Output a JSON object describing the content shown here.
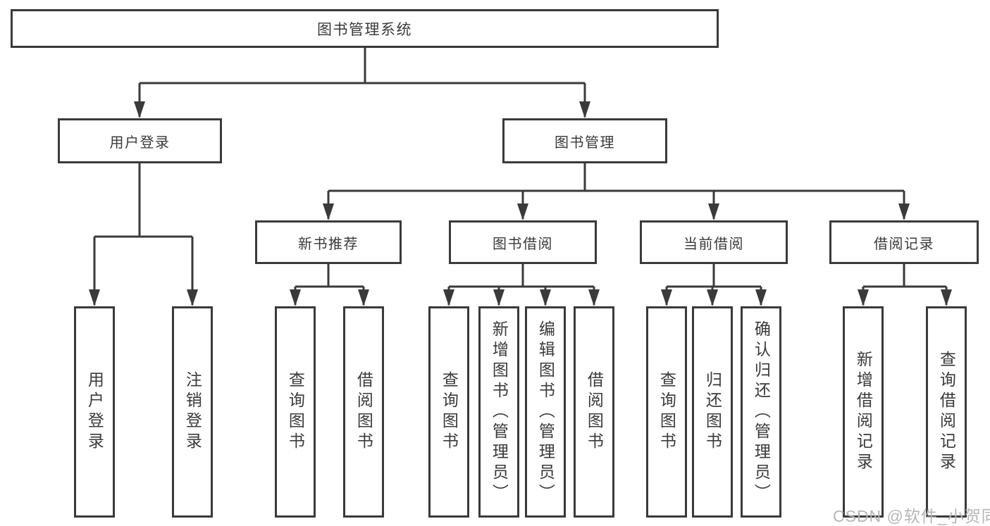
{
  "diagram": {
    "colors": {
      "line": "#3a3a3a",
      "text": "#3a3a3a",
      "background": "#ffffff",
      "watermark": "#b6b6b6"
    },
    "root": {
      "label": "图书管理系统"
    },
    "branches": [
      {
        "label": "用户登录",
        "children": [
          {
            "label": "用户登录"
          },
          {
            "label": "注销登录"
          }
        ]
      },
      {
        "label": "图书管理",
        "children": [
          {
            "label": "新书推荐",
            "children": [
              {
                "label": "查询图书"
              },
              {
                "label": "借阅图书"
              }
            ]
          },
          {
            "label": "图书借阅",
            "children": [
              {
                "label": "查询图书"
              },
              {
                "label": "新增图书（管理员）"
              },
              {
                "label": "编辑图书（管理员）"
              },
              {
                "label": "借阅图书"
              }
            ]
          },
          {
            "label": "当前借阅",
            "children": [
              {
                "label": "查询图书"
              },
              {
                "label": "归还图书"
              },
              {
                "label": "确认归还（管理员）"
              }
            ]
          },
          {
            "label": "借阅记录",
            "children": [
              {
                "label": "新增借阅记录"
              },
              {
                "label": "查询借阅记录"
              }
            ]
          }
        ]
      }
    ],
    "watermark": "CSDN @软件_小贺同学"
  }
}
